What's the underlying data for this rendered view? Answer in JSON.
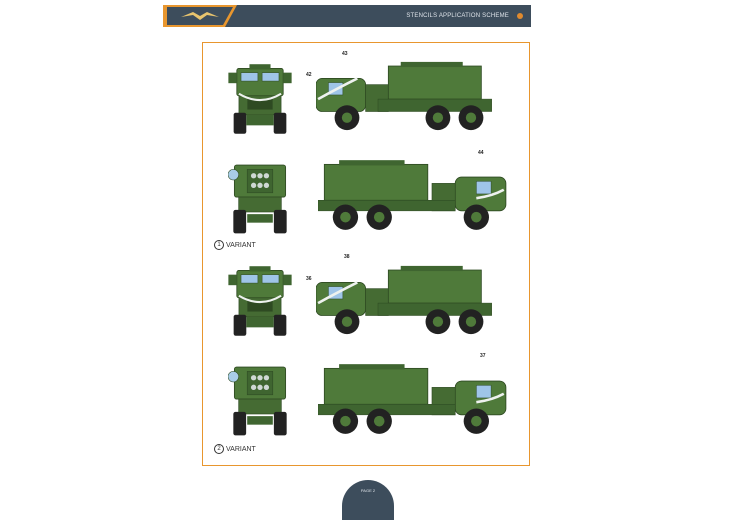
{
  "header": {
    "title": "STENCILS APPLICATION SCHEME"
  },
  "colors": {
    "vehicle_green": "#4f7a3a",
    "accent_orange": "#e8962e",
    "header_dark": "#3d4d5c"
  },
  "rows": [
    {
      "callout": "42",
      "side_callout": "43"
    },
    {
      "callout": "44",
      "variant_number": "1",
      "variant_label": "VARIANT"
    },
    {
      "callout": "36",
      "side_callout": "38"
    },
    {
      "callout": "37",
      "variant_number": "2",
      "variant_label": "VARIANT"
    }
  ],
  "footer": {
    "page": "PAGE 2"
  }
}
